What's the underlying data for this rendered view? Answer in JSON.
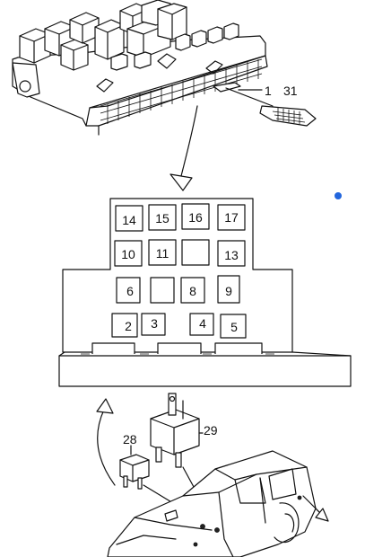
{
  "callouts": {
    "item_1": "1",
    "item_31": "31",
    "item_28": "28",
    "item_29": "29"
  },
  "fuse_slots": [
    {
      "label": "14"
    },
    {
      "label": "15"
    },
    {
      "label": "16"
    },
    {
      "label": "17"
    },
    {
      "label": "10"
    },
    {
      "label": "11"
    },
    {
      "label": ""
    },
    {
      "label": "13"
    },
    {
      "label": "6"
    },
    {
      "label": ""
    },
    {
      "label": "8"
    },
    {
      "label": "9"
    },
    {
      "label": "2"
    },
    {
      "label": "3"
    },
    {
      "label": "4"
    },
    {
      "label": "5"
    }
  ],
  "colors": {
    "line": "#111111",
    "accent_dot": "#2266dd"
  }
}
